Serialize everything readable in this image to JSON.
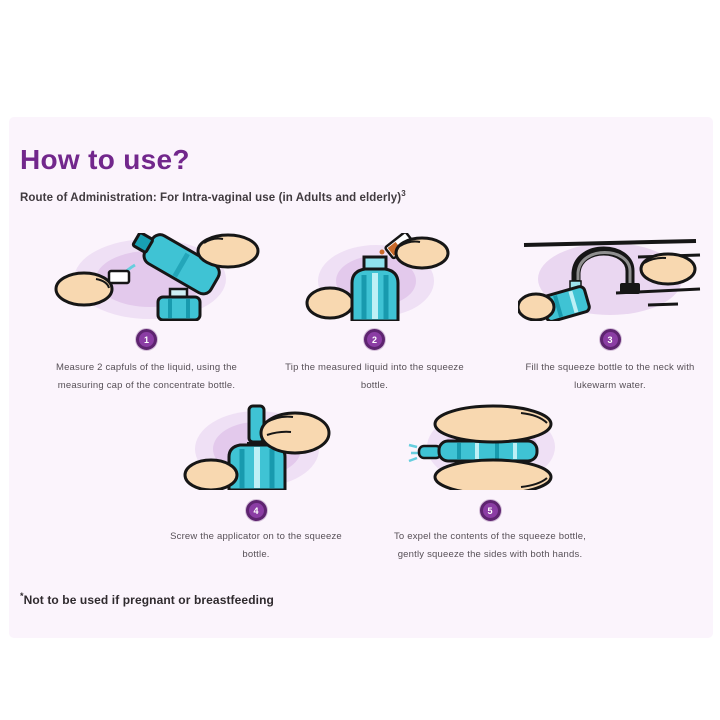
{
  "panel": {
    "heading": "How to use?",
    "subtitle": "Route of Administration: For Intra-vaginal use (in Adults and elderly)",
    "subtitle_sup": "3",
    "footnote_mark": "*",
    "footnote": "Not to be used if pregnant or breastfeeding"
  },
  "steps": [
    {
      "number": "1",
      "illustration": "pour-concentrate-into-measuring-cap",
      "caption": [
        "Measure 2 capfuls of the liquid, using the",
        "measuring cap of the concentrate bottle."
      ]
    },
    {
      "number": "2",
      "illustration": "tip-measured-liquid-into-squeeze-bottle",
      "caption": [
        "Tip the measured liquid into the squeeze",
        "bottle."
      ]
    },
    {
      "number": "3",
      "illustration": "fill-squeeze-bottle-under-tap",
      "caption": [
        "Fill the squeeze bottle to the neck with",
        "lukewarm water."
      ]
    },
    {
      "number": "4",
      "illustration": "screw-applicator-onto-squeeze-bottle",
      "caption": [
        "Screw the applicator on to the squeeze",
        "bottle."
      ]
    },
    {
      "number": "5",
      "illustration": "squeeze-bottle-sides-with-both-hands",
      "caption": [
        "To expel the contents of the squeeze bottle,",
        "gently squeeze the sides with both hands."
      ]
    }
  ],
  "colors": {
    "panel_background": "#fbf4fc",
    "accent_purple": "#72278c",
    "badge_fill": "#8b3da4",
    "badge_ring": "#5e2470",
    "bottle_teal": "#3fc3d4",
    "bottle_teal_dark": "#189aae",
    "skin": "#f8d8b0",
    "blob_purple": "#dab9e6",
    "text_dark": "#403a3f",
    "text_caption": "#575057"
  }
}
